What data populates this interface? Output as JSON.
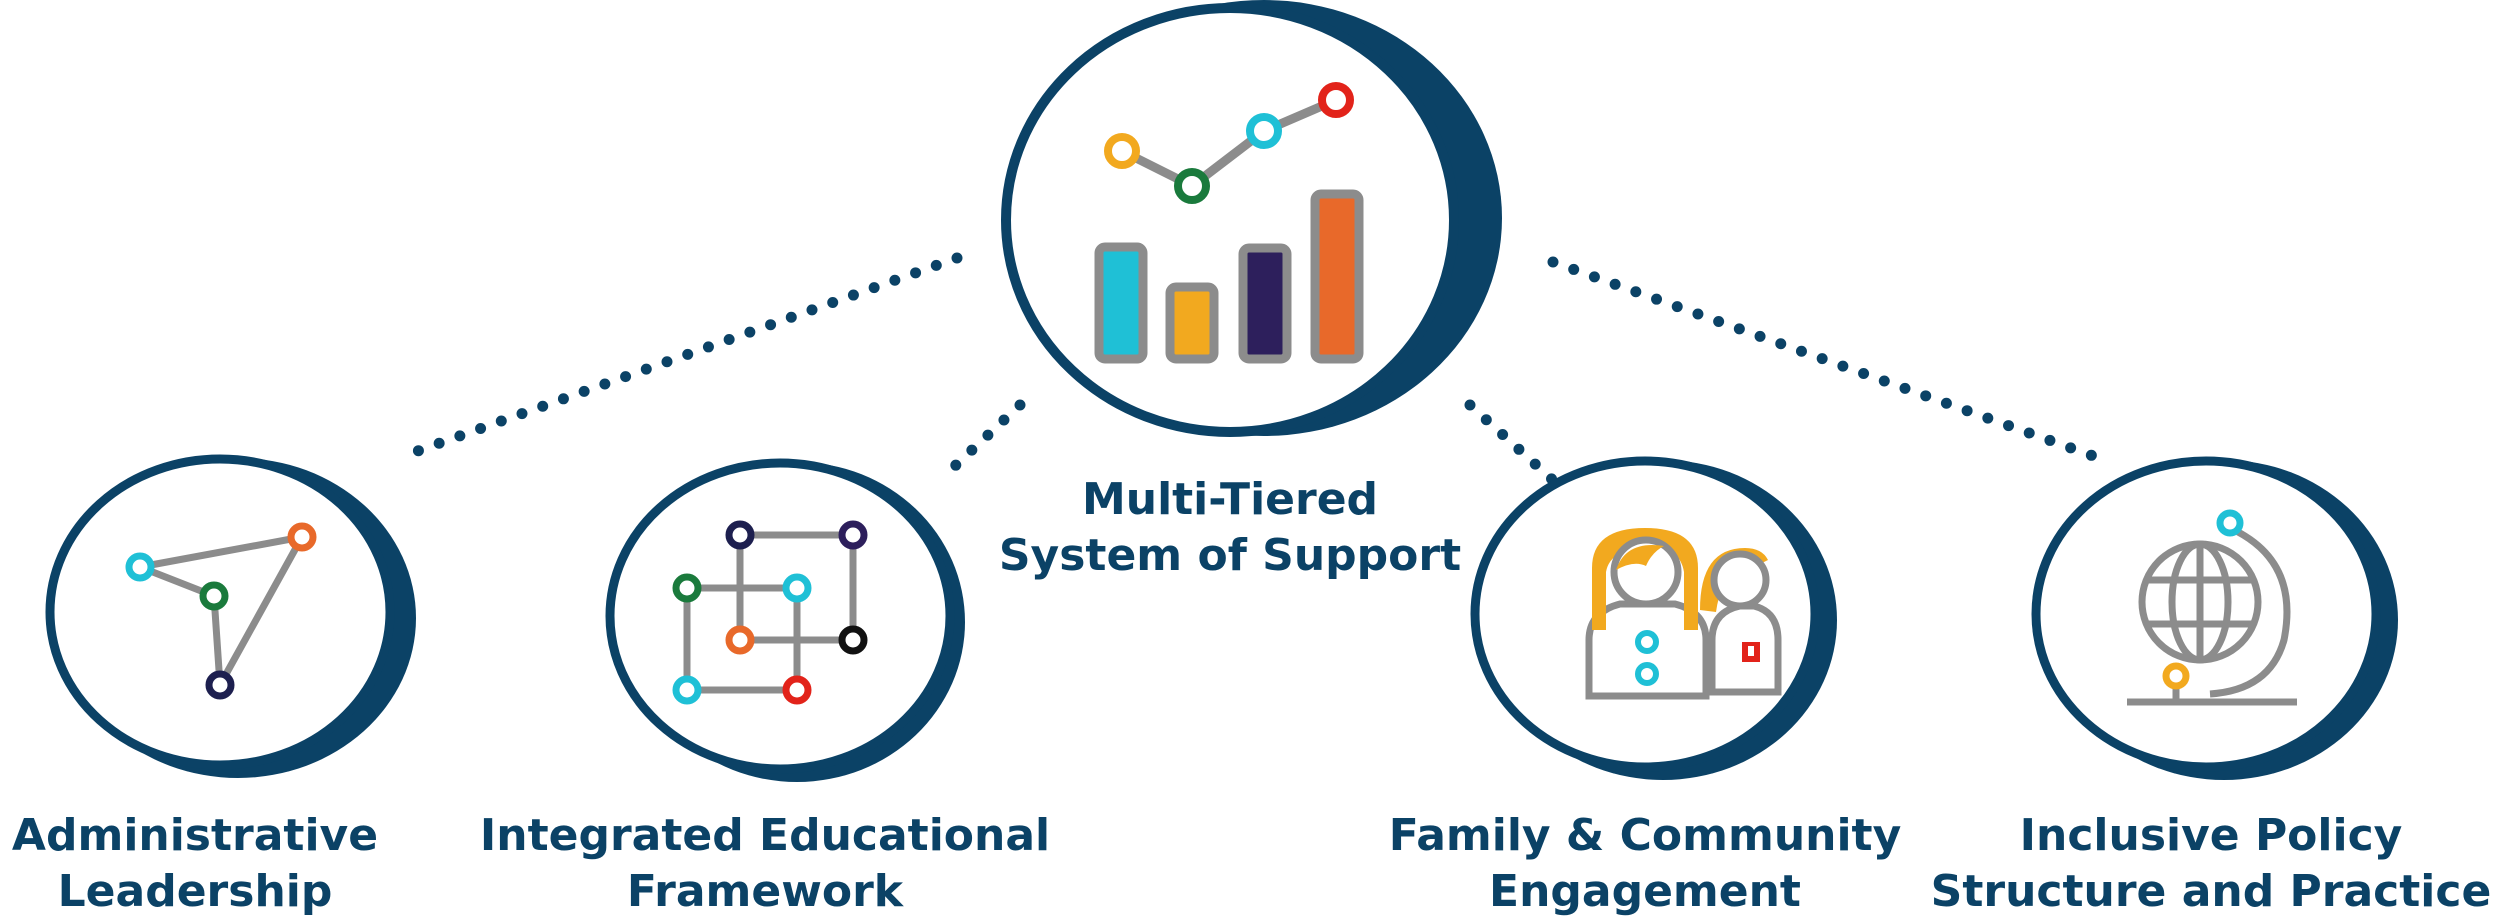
{
  "hub": {
    "title_line1": "Multi-Tiered",
    "title_line2": "System of Support",
    "icon": "bar-chart-with-trend-line-icon"
  },
  "nodes": [
    {
      "line1": "Administrative",
      "line2": "Leadership",
      "icon": "triangle-network-icon"
    },
    {
      "line1": "Integrated Educational",
      "line2": "Framework",
      "icon": "grid-network-icon"
    },
    {
      "line1": "Family & Community",
      "line2": "Engagement",
      "icon": "family-people-icon"
    },
    {
      "line1": "Inclusive Policy",
      "line2": "Structure and Practice",
      "icon": "globe-icon"
    }
  ],
  "colors": {
    "navy": "#0b4266",
    "gray": "#8c8c8c",
    "cyan": "#1fc0d6",
    "orange": "#e8692a",
    "yellow": "#f2a91f",
    "green": "#1a7a3c",
    "red": "#e2231a",
    "dark_navy": "#1d1f4f",
    "purple": "#2d1f5c",
    "black": "#111111"
  }
}
